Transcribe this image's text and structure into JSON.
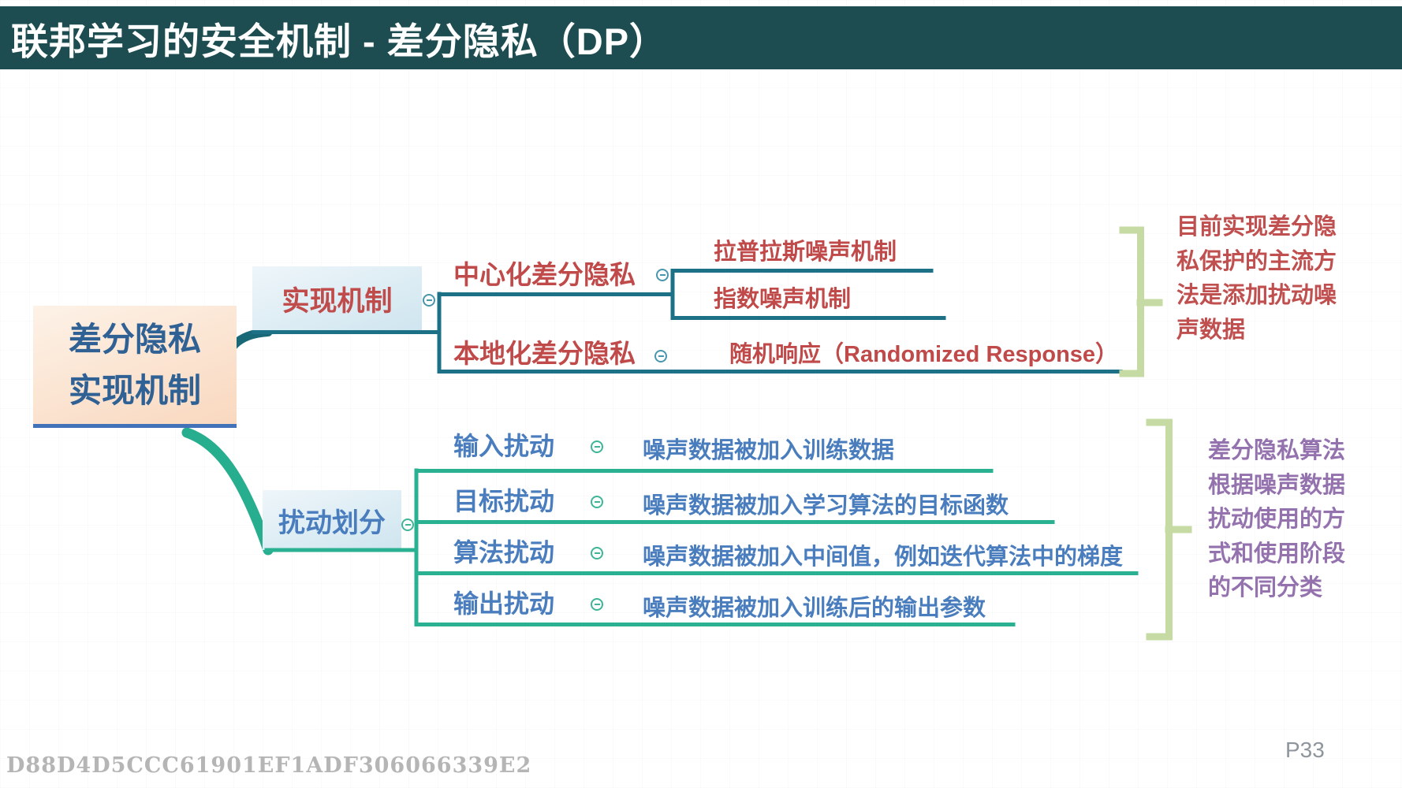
{
  "header": {
    "title": "联邦学习的安全机制 - 差分隐私（DP）"
  },
  "mindmap": {
    "root": {
      "line1": "差分隐私",
      "line2": "实现机制"
    },
    "branch_impl": {
      "label": "实现机制",
      "centralized": {
        "label": "中心化差分隐私",
        "children": [
          "拉普拉斯噪声机制",
          "指数噪声机制"
        ]
      },
      "localized": {
        "label": "本地化差分隐私",
        "child": "随机响应（Randomized Response）"
      },
      "annotation": "目前实现差分隐私保护的主流方法是添加扰动噪声数据"
    },
    "branch_perturb": {
      "label": "扰动划分",
      "rows": [
        {
          "label": "输入扰动",
          "desc": "噪声数据被加入训练数据"
        },
        {
          "label": "目标扰动",
          "desc": "噪声数据被加入学习算法的目标函数"
        },
        {
          "label": "算法扰动",
          "desc": "噪声数据被加入中间值，例如迭代算法中的梯度"
        },
        {
          "label": "输出扰动",
          "desc": "噪声数据被加入训练后的输出参数"
        }
      ],
      "annotation": "差分隐私算法根据噪声数据扰动使用的方式和使用阶段的不同分类"
    }
  },
  "footer": {
    "watermark": "D88D4D5CCC61901EF1ADF306066339E2",
    "page": "P33"
  },
  "icons": {
    "collapse": "minus-circle-icon"
  },
  "colors": {
    "header_bg": "#1D4D50",
    "impl_line": "#1C7187",
    "perturb_line": "#2AB192",
    "impl_curve": "#186878",
    "perturb_curve": "#27AE8E",
    "node_red": "#C04A4A",
    "node_blue": "#4A7DBD",
    "annotation_red": "#C0504F",
    "annotation_purple": "#9472AE",
    "bracket_green": "#C6DAA3",
    "root_text": "#2F6195",
    "root_underline": "#4273B9"
  }
}
